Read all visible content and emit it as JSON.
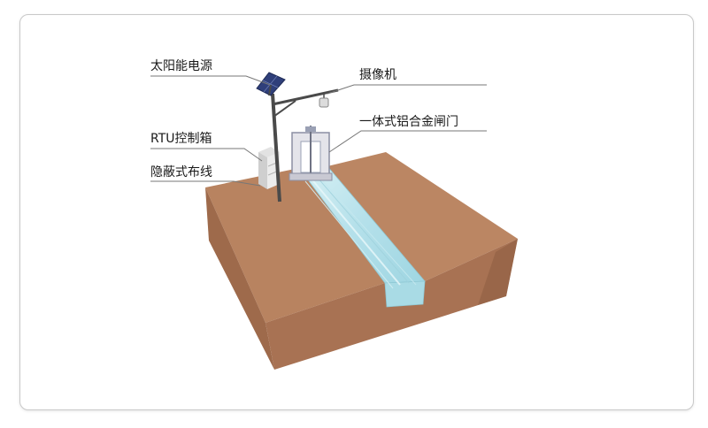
{
  "labels": {
    "solar_power": "太阳能电源",
    "camera": "摄像机",
    "rtu_box": "RTU控制箱",
    "gate": "一体式铝合金闸门",
    "wiring": "隐蔽式布线"
  },
  "colors": {
    "ground_top": "#b88360",
    "ground_front": "#a87253",
    "ground_right": "#8d5d42",
    "water": "#b9e3ec",
    "pole": "#4a4a4a",
    "solar_panel": "#2f3f7a",
    "leader_line": "#777777"
  }
}
